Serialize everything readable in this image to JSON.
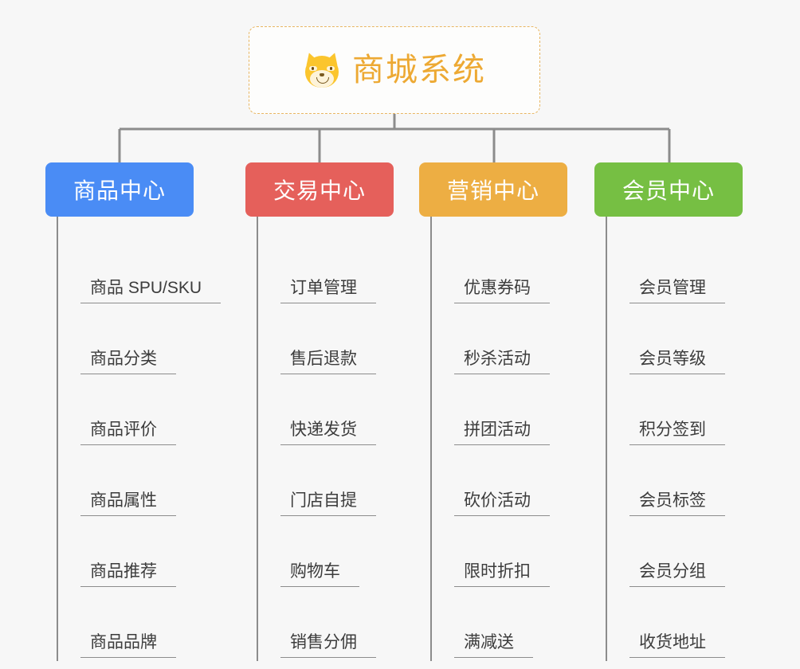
{
  "diagram": {
    "type": "org-tree",
    "background_color": "#f7f7f7",
    "root": {
      "title": "商城系统",
      "icon": "shiba-dog-icon",
      "text_color": "#eda933",
      "border_color": "#e8b662",
      "background_color": "#fdfdfc"
    },
    "connector_color": "#8c8c8c",
    "categories": [
      {
        "label": "商品中心",
        "color": "#4a8cf5",
        "items": [
          "商品 SPU/SKU",
          "商品分类",
          "商品评价",
          "商品属性",
          "商品推荐",
          "商品品牌"
        ]
      },
      {
        "label": "交易中心",
        "color": "#e5605b",
        "items": [
          "订单管理",
          "售后退款",
          "快递发货",
          "门店自提",
          "购物车",
          "销售分佣"
        ]
      },
      {
        "label": "营销中心",
        "color": "#edae43",
        "items": [
          "优惠券码",
          "秒杀活动",
          "拼团活动",
          "砍价活动",
          "限时折扣",
          "满减送"
        ]
      },
      {
        "label": "会员中心",
        "color": "#76bf43",
        "items": [
          "会员管理",
          "会员等级",
          "积分签到",
          "会员标签",
          "会员分组",
          "收货地址"
        ]
      }
    ]
  }
}
